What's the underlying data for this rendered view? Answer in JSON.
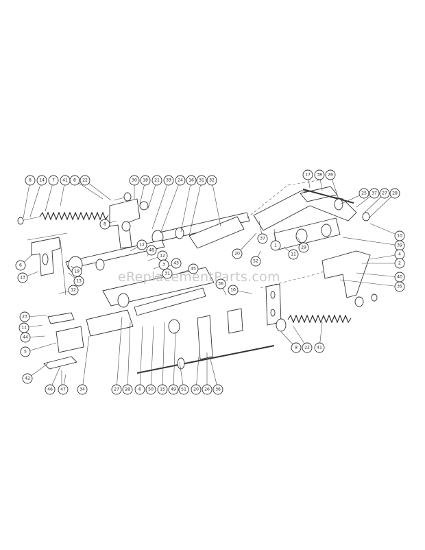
{
  "watermark": "eReplacementParts.com",
  "callouts": [
    {
      "label": "8"
    },
    {
      "label": "14"
    },
    {
      "label": "7"
    },
    {
      "label": "41"
    },
    {
      "label": "8"
    },
    {
      "label": "22"
    },
    {
      "label": "30"
    },
    {
      "label": "18"
    },
    {
      "label": "21"
    },
    {
      "label": "33"
    },
    {
      "label": "24"
    },
    {
      "label": "16"
    },
    {
      "label": "31"
    },
    {
      "label": "32"
    },
    {
      "label": "17"
    },
    {
      "label": "38"
    },
    {
      "label": "26"
    },
    {
      "label": "25"
    },
    {
      "label": "37"
    },
    {
      "label": "27"
    },
    {
      "label": "28"
    },
    {
      "label": "8"
    },
    {
      "label": "12"
    },
    {
      "label": "6"
    },
    {
      "label": "13"
    },
    {
      "label": "13"
    },
    {
      "label": "12"
    },
    {
      "label": "12"
    },
    {
      "label": "48"
    },
    {
      "label": "3"
    },
    {
      "label": "31"
    },
    {
      "label": "43"
    },
    {
      "label": "45"
    },
    {
      "label": "20"
    },
    {
      "label": "37"
    },
    {
      "label": "1"
    },
    {
      "label": "29"
    },
    {
      "label": "11"
    },
    {
      "label": "52"
    },
    {
      "label": "10"
    },
    {
      "label": "39"
    },
    {
      "label": "4"
    },
    {
      "label": "2"
    },
    {
      "label": "40"
    },
    {
      "label": "35"
    },
    {
      "label": "36"
    },
    {
      "label": "10"
    },
    {
      "label": "23"
    },
    {
      "label": "11"
    },
    {
      "label": "44"
    },
    {
      "label": "5"
    },
    {
      "label": "42"
    },
    {
      "label": "46"
    },
    {
      "label": "47"
    },
    {
      "label": "34"
    },
    {
      "label": "27"
    },
    {
      "label": "28"
    },
    {
      "label": "6"
    },
    {
      "label": "50"
    },
    {
      "label": "15"
    },
    {
      "label": "49"
    },
    {
      "label": "51"
    },
    {
      "label": "20"
    },
    {
      "label": "26"
    },
    {
      "label": "36"
    },
    {
      "label": "9"
    },
    {
      "label": "22"
    },
    {
      "label": "41"
    },
    {
      "label": "19"
    }
  ]
}
